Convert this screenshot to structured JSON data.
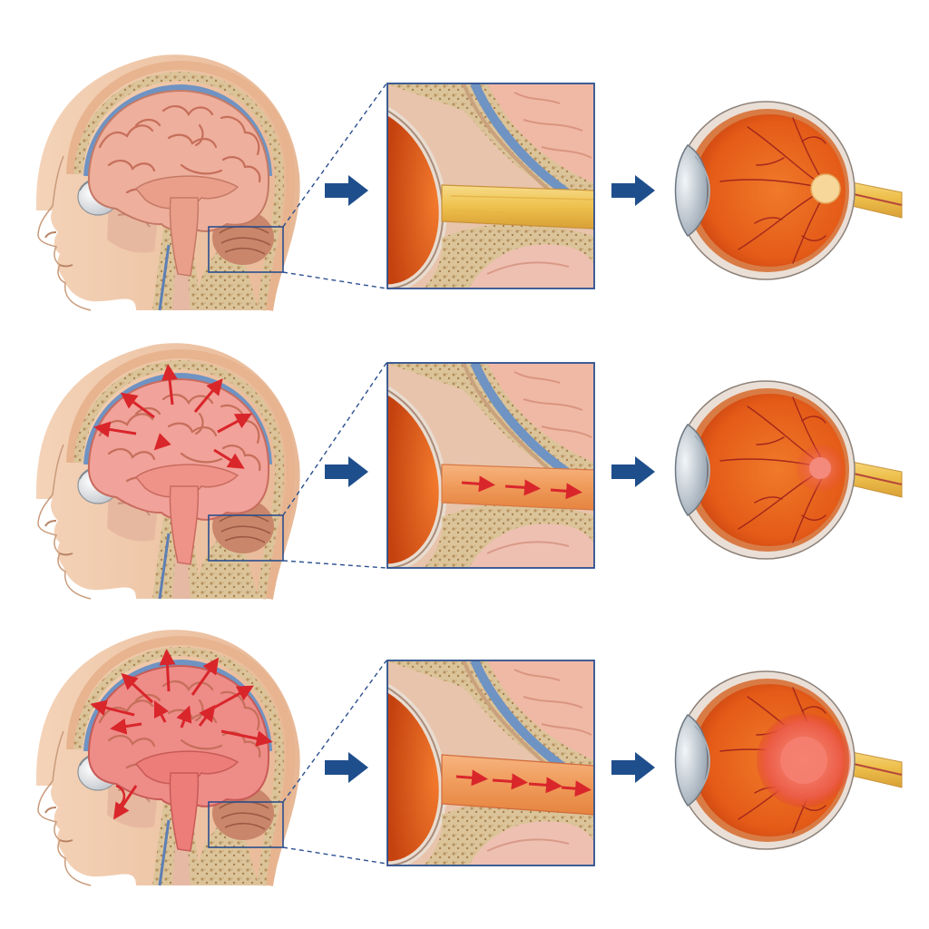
{
  "diagram": {
    "stages": [
      {
        "id": "normal",
        "pressure_arrows": 0,
        "nerve_flow_arrows": 0,
        "disc_swelling": "none"
      },
      {
        "id": "elevated",
        "pressure_arrows": 7,
        "nerve_flow_arrows": 3,
        "disc_swelling": "mild"
      },
      {
        "id": "severe",
        "pressure_arrows": 11,
        "nerve_flow_arrows": 4,
        "disc_swelling": "severe"
      }
    ],
    "colors": {
      "connector_arrow": "#1f4e8c",
      "pressure_arrow": "#d9262b",
      "inset_border": "#2b4f8e",
      "brain_normal": "#eeaf9c",
      "brain_elevated": "#f1a29a",
      "brain_severe": "#ee8c88",
      "optic_nerve": "#f0c24e",
      "eye_interior": "#e7621e",
      "skin": "#f2cdb0"
    }
  }
}
